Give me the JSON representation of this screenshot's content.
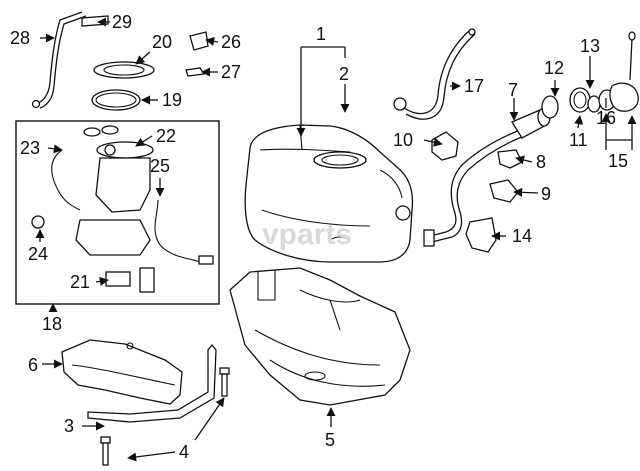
{
  "watermark": "vparts",
  "callouts": [
    {
      "id": "1",
      "text": "1"
    },
    {
      "id": "2",
      "text": "2"
    },
    {
      "id": "3",
      "text": "3"
    },
    {
      "id": "4",
      "text": "4"
    },
    {
      "id": "5",
      "text": "5"
    },
    {
      "id": "6",
      "text": "6"
    },
    {
      "id": "7",
      "text": "7"
    },
    {
      "id": "8",
      "text": "8"
    },
    {
      "id": "9",
      "text": "9"
    },
    {
      "id": "10",
      "text": "10"
    },
    {
      "id": "11",
      "text": "11"
    },
    {
      "id": "12",
      "text": "12"
    },
    {
      "id": "13",
      "text": "13"
    },
    {
      "id": "14",
      "text": "14"
    },
    {
      "id": "15",
      "text": "15"
    },
    {
      "id": "16",
      "text": "16"
    },
    {
      "id": "17",
      "text": "17"
    },
    {
      "id": "18",
      "text": "18"
    },
    {
      "id": "19",
      "text": "19"
    },
    {
      "id": "20",
      "text": "20"
    },
    {
      "id": "21",
      "text": "21"
    },
    {
      "id": "22",
      "text": "22"
    },
    {
      "id": "23",
      "text": "23"
    },
    {
      "id": "24",
      "text": "24"
    },
    {
      "id": "25",
      "text": "25"
    },
    {
      "id": "26",
      "text": "26"
    },
    {
      "id": "27",
      "text": "27"
    },
    {
      "id": "28",
      "text": "28"
    },
    {
      "id": "29",
      "text": "29"
    }
  ]
}
